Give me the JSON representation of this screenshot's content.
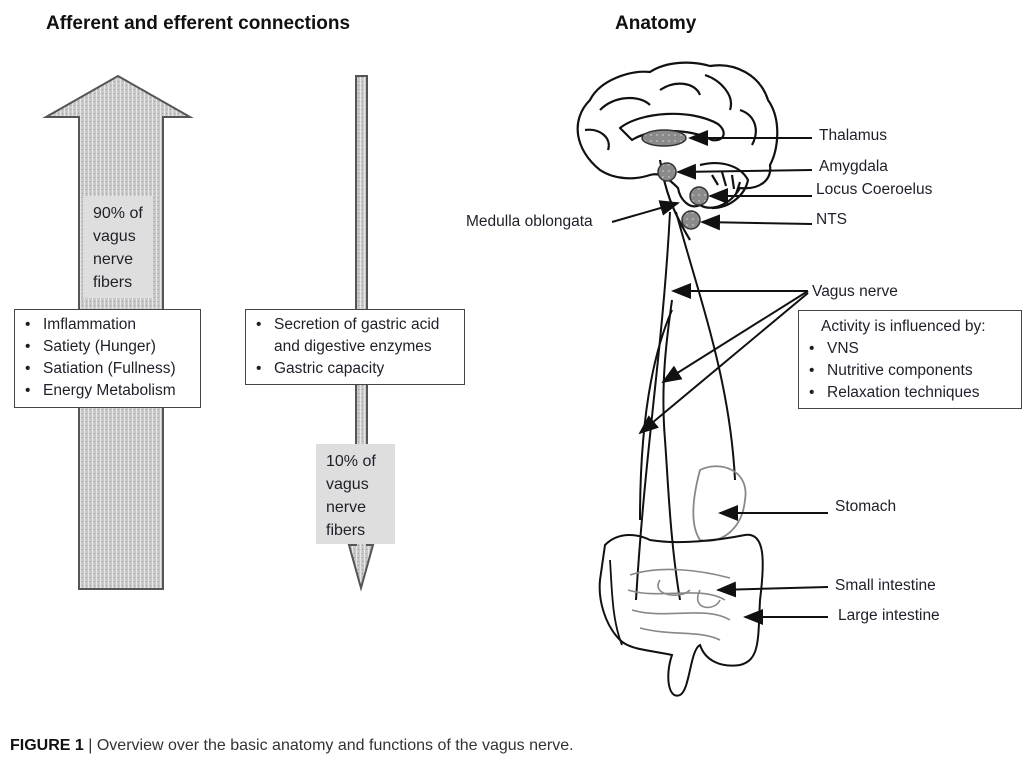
{
  "left_panel": {
    "title": "Afferent and efferent connections",
    "afferent_arrow": {
      "direction": "up",
      "label": "90% of vagus nerve fibers",
      "label_lines": [
        "90% of",
        "vagus",
        "nerve",
        "fibers"
      ],
      "functions": [
        "Imflammation",
        "Satiety (Hunger)",
        "Satiation (Fullness)",
        "Energy Metabolism"
      ]
    },
    "efferent_arrow": {
      "direction": "down",
      "label": "10% of vagus nerve fibers",
      "label_lines": [
        "10% of",
        "vagus",
        "nerve",
        "fibers"
      ],
      "functions": [
        "Secretion of gastric acid and digestive enzymes",
        "Gastric capacity"
      ],
      "function_lines": [
        [
          "Secretion of gastric acid",
          "and digestive enzymes"
        ],
        [
          "Gastric capacity"
        ]
      ]
    }
  },
  "right_panel": {
    "title": "Anatomy",
    "brain_labels": {
      "thalamus": "Thalamus",
      "amygdala": "Amygdala",
      "locus": "Locus Coeroelus",
      "nts": "NTS",
      "medulla": "Medulla oblongata"
    },
    "vagus_label": "Vagus nerve",
    "influence_box": {
      "heading": "Activity is influenced by:",
      "items": [
        "VNS",
        "Nutritive components",
        "Relaxation techniques"
      ]
    },
    "organ_labels": {
      "stomach": "Stomach",
      "small_intestine": "Small intestine",
      "large_intestine": "Large intestine"
    }
  },
  "caption": {
    "label": "FIGURE 1",
    "separator": "|",
    "text": "Overview over the basic anatomy and functions of the vagus nerve."
  },
  "colors": {
    "arrow_fill": "#c8c8c8",
    "arrow_stroke": "#555555",
    "label_box_fill": "#dedede",
    "nucleus_fill": "#888888",
    "line": "#111111"
  }
}
